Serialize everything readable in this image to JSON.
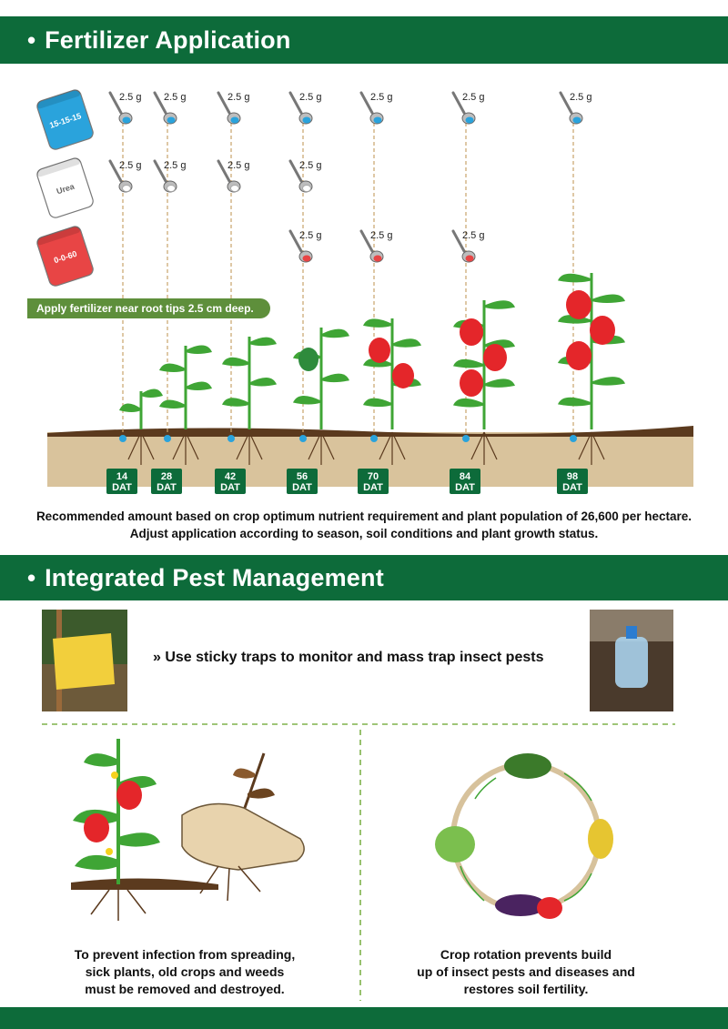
{
  "section1": {
    "bullet": "•",
    "title": "Fertilizer Application",
    "note": "Apply fertilizer near root tips 2.5 cm deep.",
    "bags": [
      {
        "label": "15-15-15",
        "color": "#2aa3dc"
      },
      {
        "label": "Urea",
        "color": "#ffffff"
      },
      {
        "label": "0-0-60",
        "color": "#e84545"
      }
    ],
    "dose": "2.5 g",
    "stages": [
      {
        "day": "14",
        "unit": "DAT"
      },
      {
        "day": "28",
        "unit": "DAT"
      },
      {
        "day": "42",
        "unit": "DAT"
      },
      {
        "day": "56",
        "unit": "DAT"
      },
      {
        "day": "70",
        "unit": "DAT"
      },
      {
        "day": "84",
        "unit": "DAT"
      },
      {
        "day": "98",
        "unit": "DAT"
      }
    ],
    "caption_line1": "Recommended amount based on crop optimum nutrient requirement and plant population of 26,600 per hectare.",
    "caption_line2": "Adjust application according to season, soil conditions and plant growth status."
  },
  "section2": {
    "bullet": "•",
    "title": "Integrated Pest Management",
    "trap_text": "» Use sticky traps to monitor and mass trap insect pests",
    "removal_caption": [
      "To prevent infection from spreading,",
      "sick plants, old crops and weeds",
      "must be removed and destroyed."
    ],
    "rotation_caption": [
      "Crop rotation prevents build",
      "up of insect pests and diseases and",
      "restores soil fertility."
    ]
  },
  "colors": {
    "brand_green": "#0d6b3a",
    "note_green": "#5e8f3b",
    "leaf_green": "#3fa535",
    "soil": "#d9c39c",
    "pepper_red": "#e4262a"
  }
}
